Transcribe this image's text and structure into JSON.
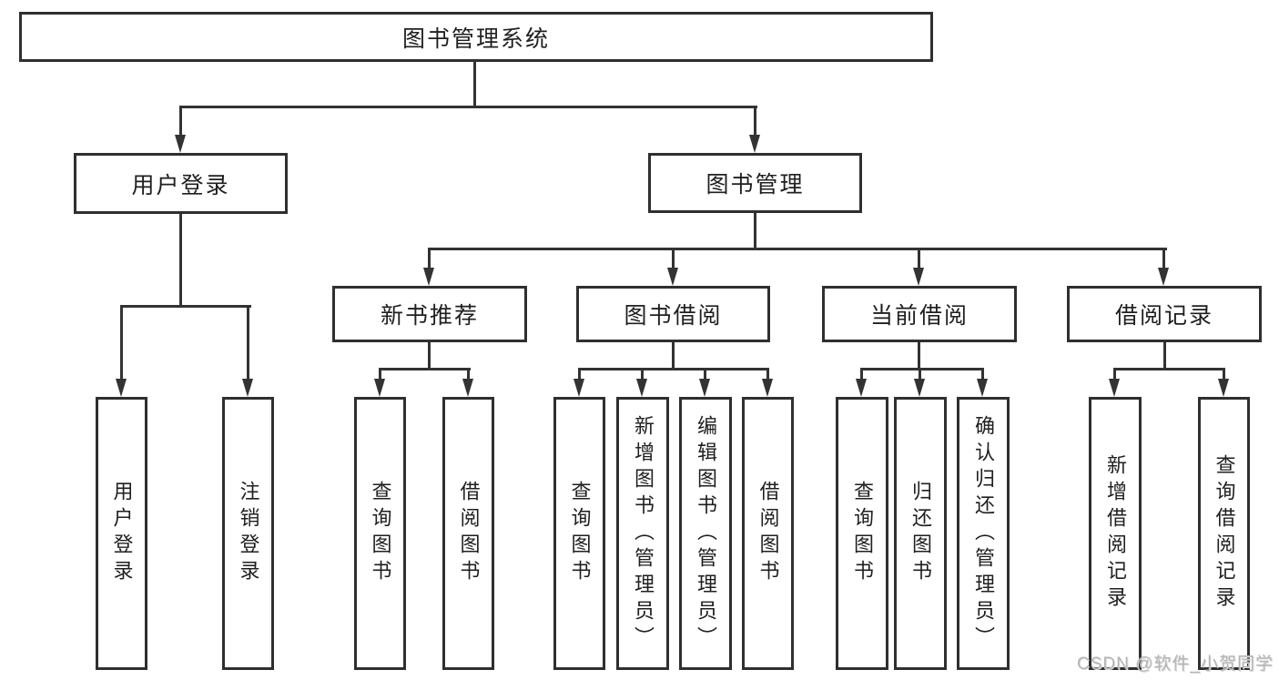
{
  "diagram": {
    "root": {
      "label": "图书管理系统"
    },
    "level1": [
      {
        "label": "用户登录"
      },
      {
        "label": "图书管理"
      }
    ],
    "level2": [
      {
        "label": "新书推荐"
      },
      {
        "label": "图书借阅"
      },
      {
        "label": "当前借阅"
      },
      {
        "label": "借阅记录"
      }
    ],
    "leaves": [
      "用户登录",
      "注销登录",
      "查询图书",
      "借阅图书",
      "查询图书",
      "新增图书（管理员）",
      "编辑图书（管理员）",
      "借阅图书",
      "查询图书",
      "归还图书",
      "确认归还（管理员）",
      "新增借阅记录",
      "查询借阅记录"
    ]
  },
  "watermark": {
    "text": "CSDN @软件_小贺同学"
  },
  "colors": {
    "line": "#333333",
    "border": "#2f2f2f",
    "text": "#1f1f1f",
    "background": "#ffffff",
    "watermark": "#b5b5b5"
  }
}
